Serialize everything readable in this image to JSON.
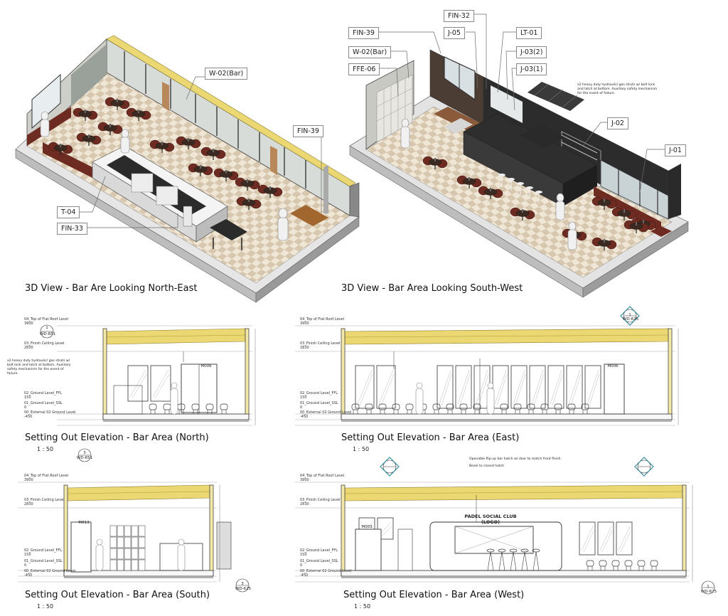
{
  "colors": {
    "roof_band": "#ecd873",
    "floor_light": "#efe6d6",
    "floor_dark": "#d6c6ae",
    "leather": "#6e2b22",
    "dark_counter": "#2b2b2b",
    "wall_grey": "#9a9a94",
    "frame": "#3a3a3a",
    "glass": "#d9e3e6",
    "timber": "#b8875a",
    "section_teal": "#3a8ea0"
  },
  "views": {
    "ne": {
      "title": "3D View - Bar Are Looking North-East",
      "tags": {
        "w02bar": "W-02(Bar)",
        "fin39": "FIN-39",
        "t04": "T-04",
        "fin33": "FIN-33"
      }
    },
    "sw": {
      "title": "3D View - Bar Area Looking South-West",
      "tags": {
        "fin32": "FIN-32",
        "fin39": "FIN-39",
        "j05": "J-05",
        "lt01": "LT-01",
        "w02bar": "W-02(Bar)",
        "j03_2": "J-03(2)",
        "ffe06": "FFE-06",
        "j03_1": "J-03(1)",
        "j02": "J-02",
        "j01": "J-01"
      },
      "note": "x2 heavy duty hydraulic/ gas struts w/ bolt lock and latch at bottom. Auxiliary safety mechanism for the event of failure."
    }
  },
  "elevations": {
    "north": {
      "title": "Setting Out Elevation - Bar Area (North)",
      "scale": "1 : 50",
      "ref_num": "1",
      "ref_sheet": "WD-651",
      "note": "x2 heavy duty hydraulic/ gas struts w/ bolt lock and latch at bottom. Auxiliary safety mechanism for the event of failure.",
      "door": "M006",
      "levels": [
        "04_Top of Flat Roof Level",
        "3900",
        "03_Finish Ceiling Level",
        "2830",
        "02_Ground Level_FFL",
        "150",
        "01_Ground Level_SSL",
        "0",
        "00_External 02 Ground Level",
        "-450"
      ]
    },
    "east": {
      "title": "Setting Out Elevation - Bar Area (East)",
      "scale": "1 : 50",
      "ref_num": "1",
      "ref_sheet": "WD-625",
      "door": "M006",
      "levels": [
        "04_Top of Flat Roof Level",
        "3900",
        "03_Finish Ceiling Level",
        "2830",
        "02_Ground Level_FFL",
        "150",
        "01_Ground Level_SSL",
        "0",
        "00_External 02 Ground Level",
        "-450"
      ]
    },
    "south": {
      "title": "Setting Out Elevation - Bar Area (South)",
      "scale": "1 : 50",
      "ref_num": "3",
      "ref_sheet": "WD-651",
      "ref2_num": "3",
      "ref2_sheet": "WD-625",
      "door": "M013",
      "levels": [
        "04_Top of Flat Roof Level",
        "3900",
        "03_Finish Ceiling Level",
        "2830",
        "02_Ground Level_FFL",
        "150",
        "01_Ground Level_SSL",
        "0",
        "00_External 02 Ground Level",
        "-450"
      ]
    },
    "west": {
      "title": "Setting Out Elevation - Bar Area (West)",
      "scale": "1 : 50",
      "ref_num": "1",
      "ref_sheet": "WD-625",
      "note1": "Openable flip-up bar hatch w/ door to match front finish",
      "note2": "Bezel to closed hatch",
      "logo": "PADEL SOCIAL CLUB (LOGO)",
      "door": "M003",
      "levels": [
        "04_Top of Flat Roof Level",
        "3900",
        "03_Finish Ceiling Level",
        "2830",
        "02_Ground Level_FFL",
        "150",
        "01_Ground Level_SSL",
        "0",
        "00_External 02 Ground Level",
        "-450"
      ]
    }
  }
}
